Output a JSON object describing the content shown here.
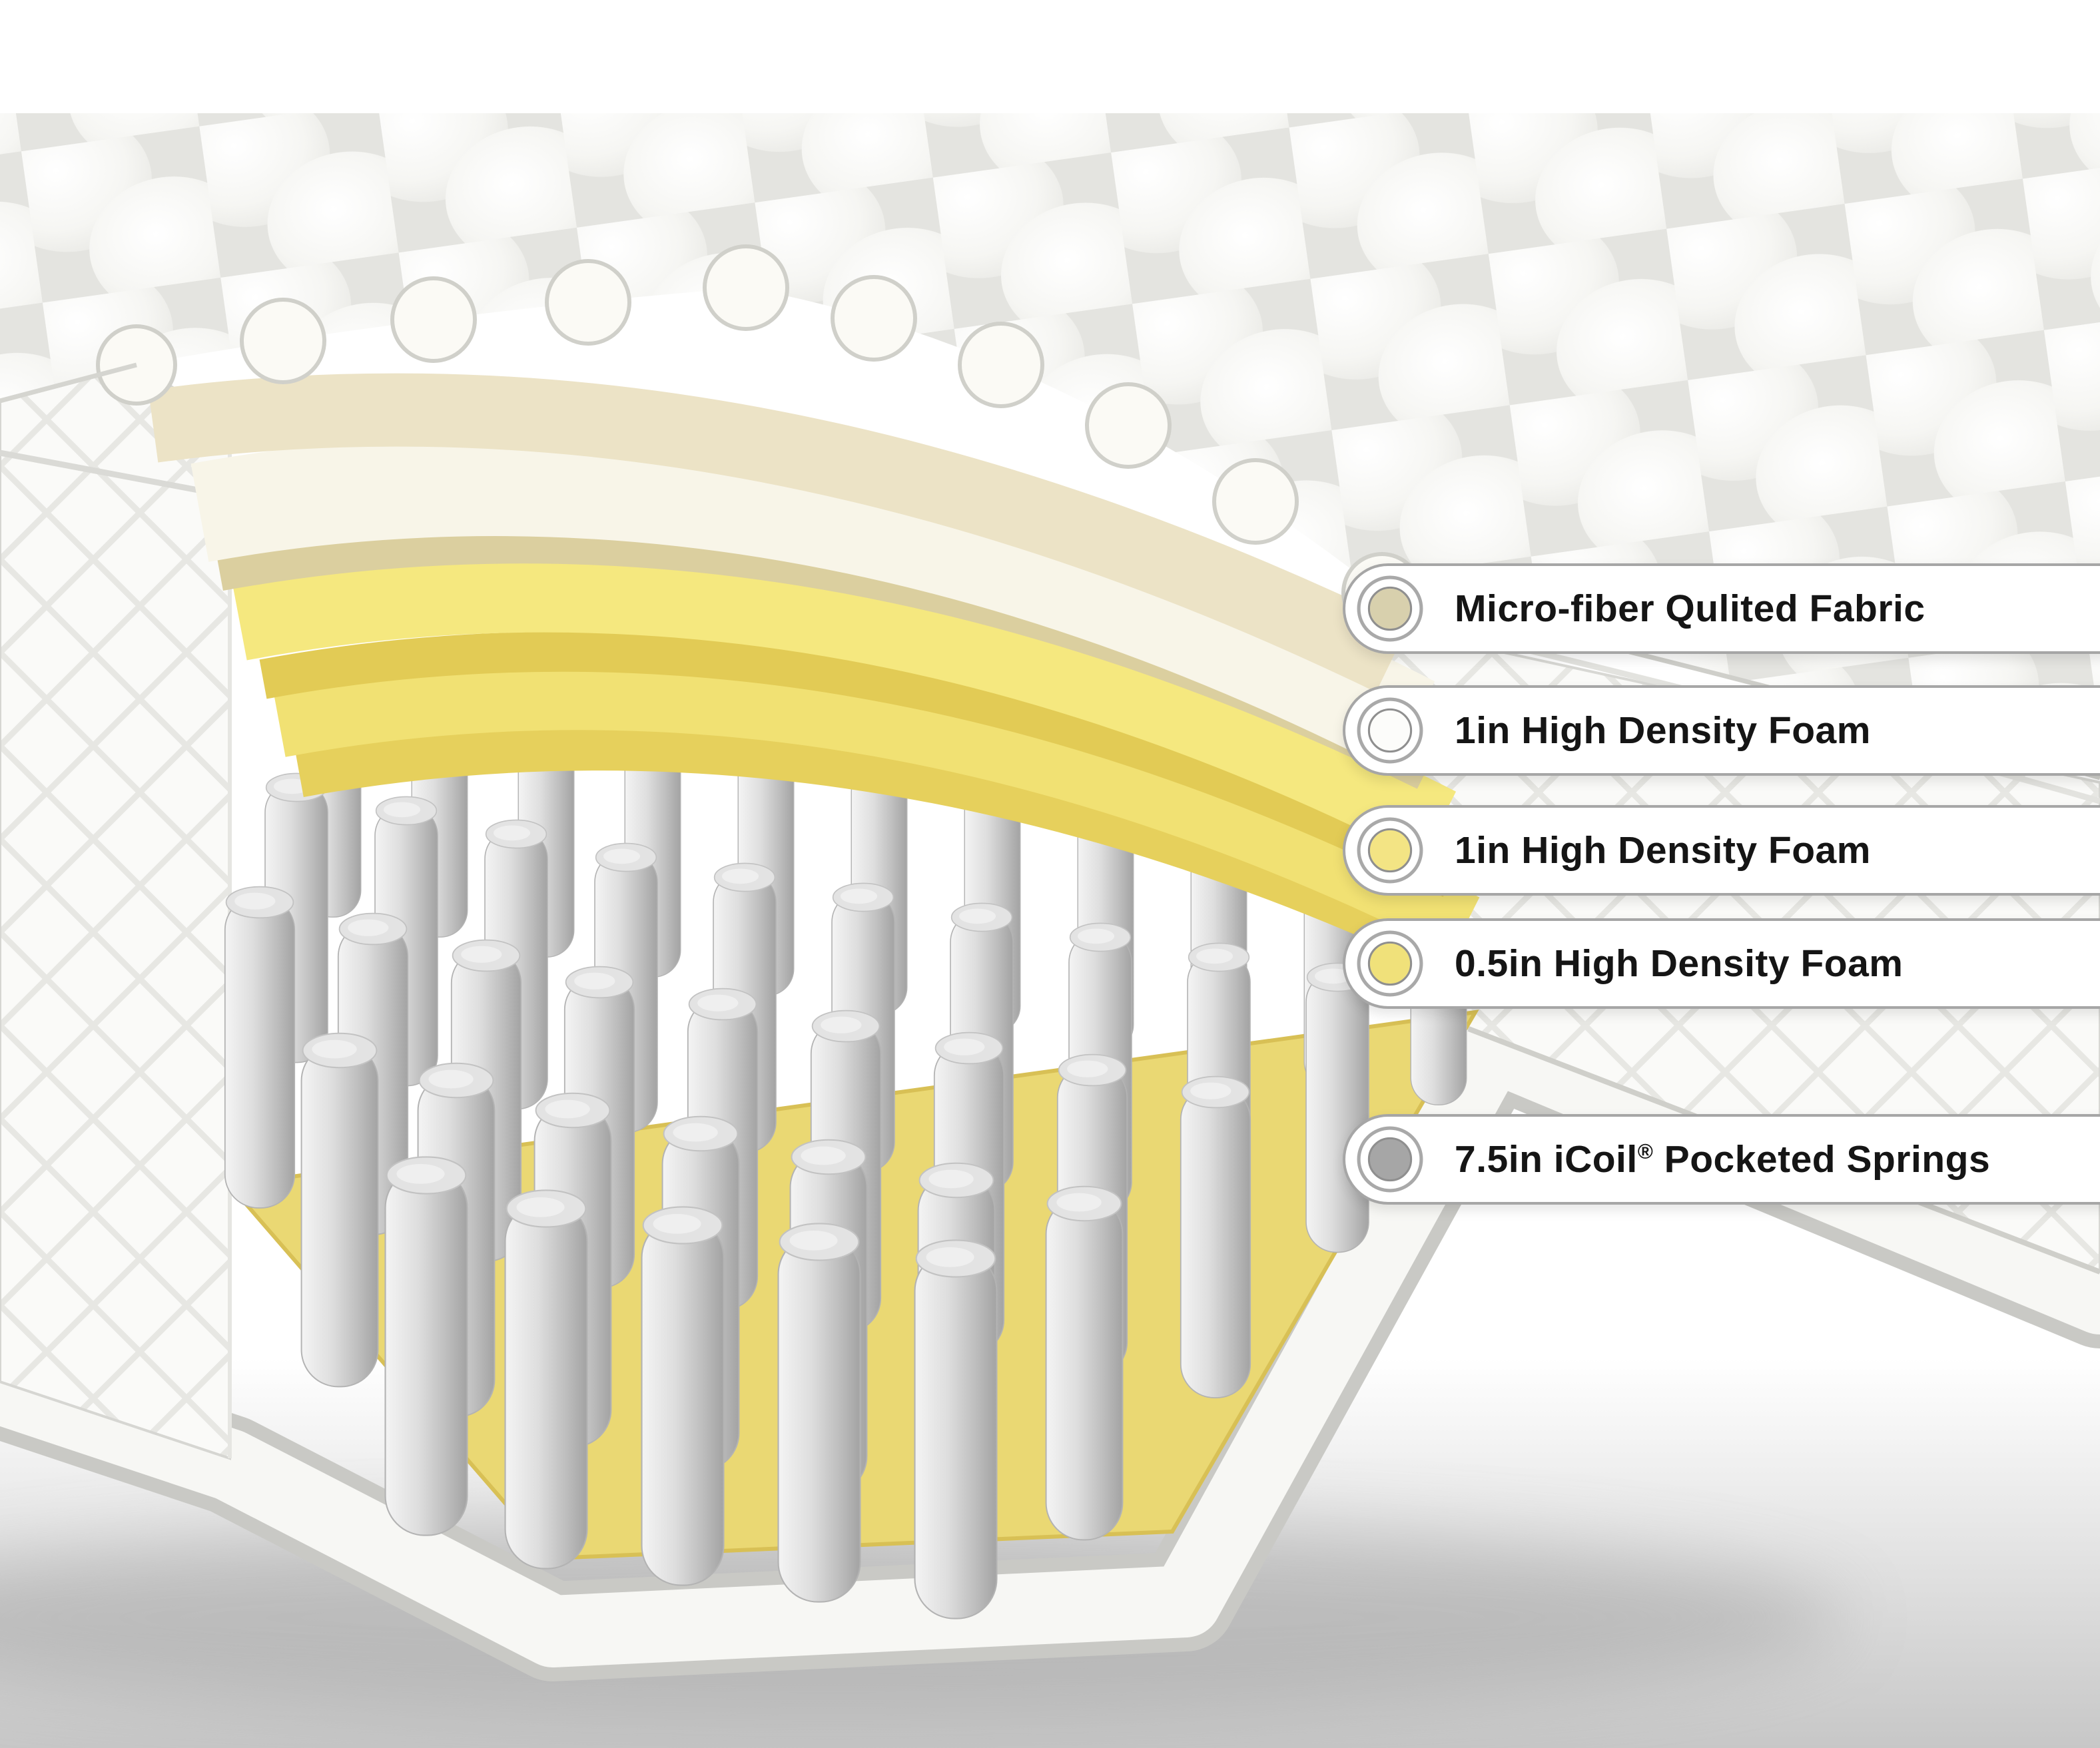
{
  "diagram": {
    "type": "mattress-layers-cutaway",
    "labels": [
      {
        "pre": "Micro-fiber Qulited Fabric",
        "sup": "",
        "post": "",
        "icon_color": "#d8d0ad"
      },
      {
        "pre": "1in High Density Foam",
        "sup": "",
        "post": "",
        "icon_color": "#fcfcfa"
      },
      {
        "pre": "1in High Density Foam",
        "sup": "",
        "post": "",
        "icon_color": "#f3e484"
      },
      {
        "pre": "0.5in High Density Foam",
        "sup": "",
        "post": "",
        "icon_color": "#f0e17a"
      },
      {
        "pre": "7.5in iCoil",
        "sup": "®",
        "post": " Pocketed Springs",
        "icon_color": "#a6a6a6"
      }
    ],
    "colors": {
      "quilt_top": "#f4f4f1",
      "fabric_fuzz": "#ece3c6",
      "foam_white": "#f8f5e8",
      "foam_cream_edge": "#dbcf9f",
      "foam_yellow": "#f5e87f",
      "foam_yellow_edge": "#e2cb55",
      "spring_gray": "#cfcfcf",
      "base_yellow": "#ead873",
      "label_border": "#a6a6a6",
      "label_text": "#151515"
    }
  }
}
